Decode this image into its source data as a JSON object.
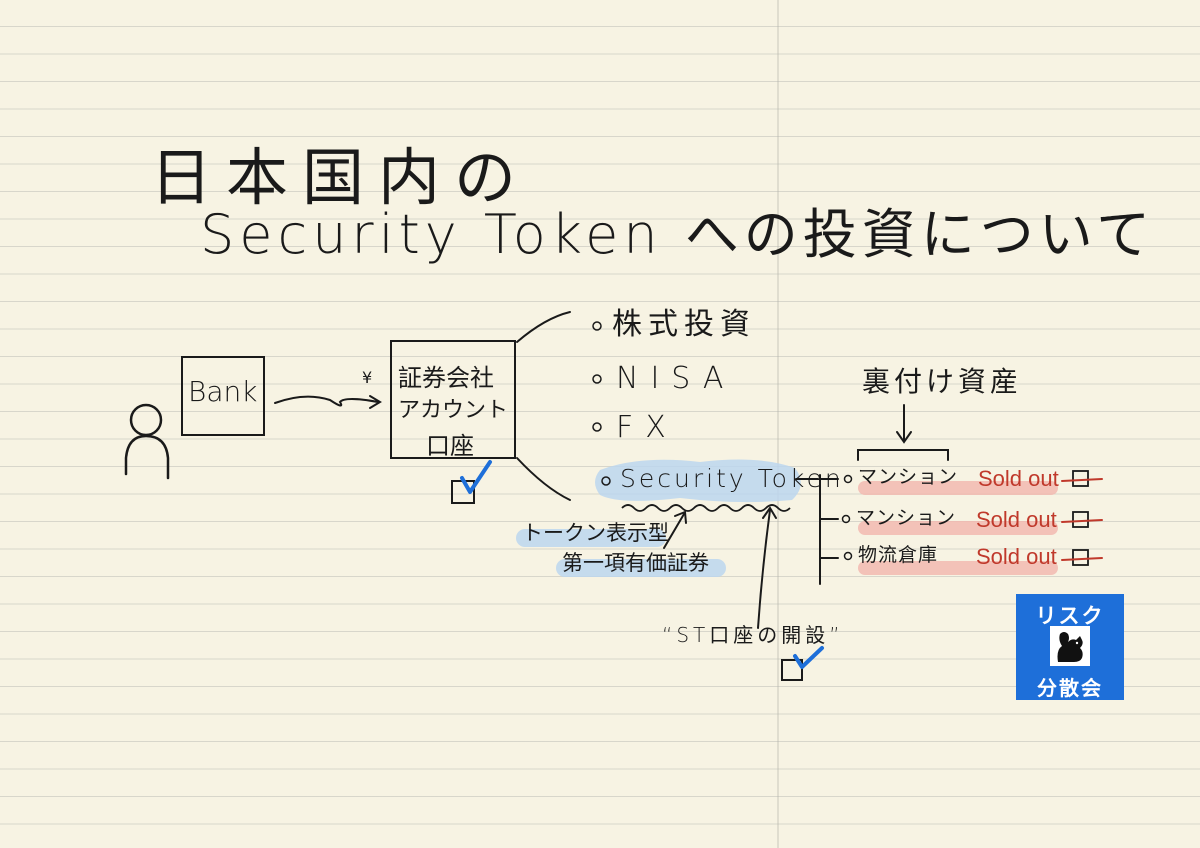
{
  "title": {
    "line1": "日本国内の",
    "line2": "Security Token への投資について"
  },
  "bank": {
    "label": "Bank"
  },
  "flow_currency": "¥",
  "securities": {
    "line1": "証券会社",
    "line2": "アカウント",
    "line3": "口座"
  },
  "products": [
    {
      "label": "株式投資"
    },
    {
      "label": "NISA"
    },
    {
      "label": "FX"
    },
    {
      "label": "Security Token"
    }
  ],
  "token_notes": {
    "line1": "トークン表示型",
    "line2": "第一項有価証券"
  },
  "backing_assets_label": "裏付け資産",
  "assets": [
    {
      "label": "マンション",
      "status": "Sold out"
    },
    {
      "label": "マンション",
      "status": "Sold out"
    },
    {
      "label": "物流倉庫",
      "status": "Sold out"
    }
  ],
  "sto_account": "“ST口座の開設”",
  "logo": {
    "top": "リスク",
    "bottom": "分散会",
    "icon": "squirrel-icon"
  },
  "colors": {
    "check": "#1e6fd9",
    "highlight_blue": "#bcd6ee",
    "highlight_red": "#f2b8b0",
    "sold_out": "#c0392b",
    "logo_bg": "#1e6fd9"
  }
}
